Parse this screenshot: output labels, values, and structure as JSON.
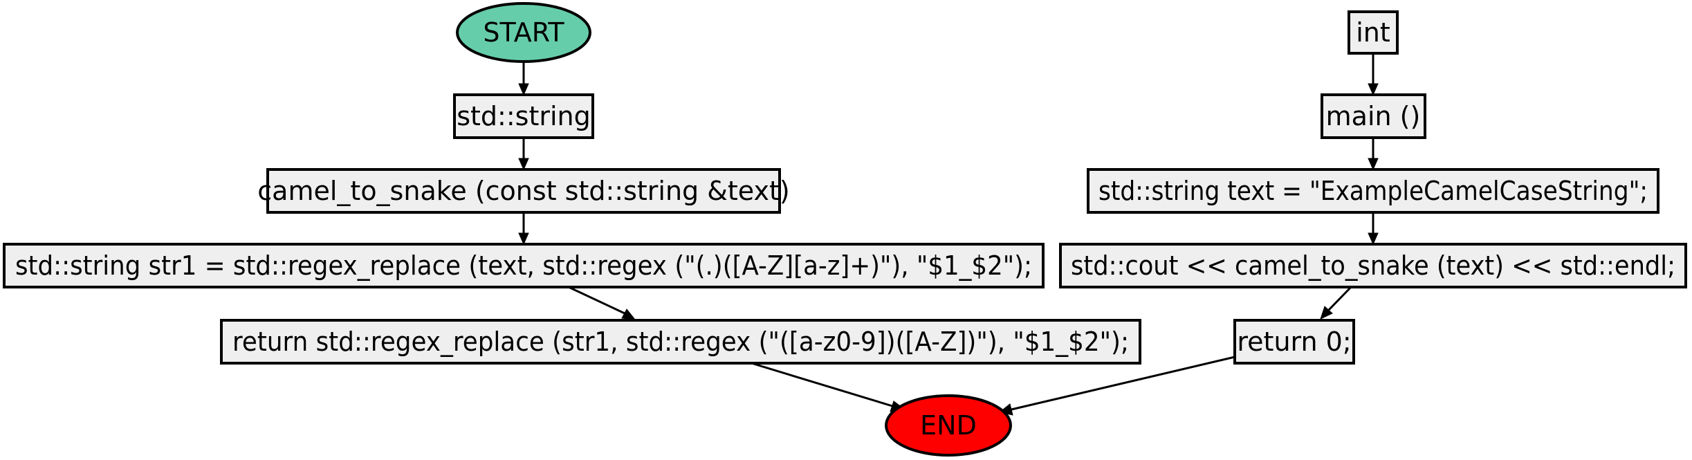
{
  "colors": {
    "start_fill": "#66cdaa",
    "end_fill": "#ff0000",
    "box_fill": "#efefef",
    "stroke": "#000000"
  },
  "left_flow": {
    "start": "START",
    "return_type": "std::string",
    "signature": "camel_to_snake (const std::string &text)",
    "stmt_str1": "std::string str1 = std::regex_replace (text, std::regex (\"(.)([A-Z][a-z]+)\"), \"$1_$2\");",
    "stmt_return": "return std::regex_replace (str1, std::regex (\"([a-z0-9])([A-Z])\"), \"$1_$2\");"
  },
  "right_flow": {
    "return_type": "int",
    "signature": "main ()",
    "stmt_text": "std::string text = \"ExampleCamelCaseString\";",
    "stmt_cout": "std::cout << camel_to_snake (text) << std::endl;",
    "stmt_return": "return 0;"
  },
  "end": "END"
}
